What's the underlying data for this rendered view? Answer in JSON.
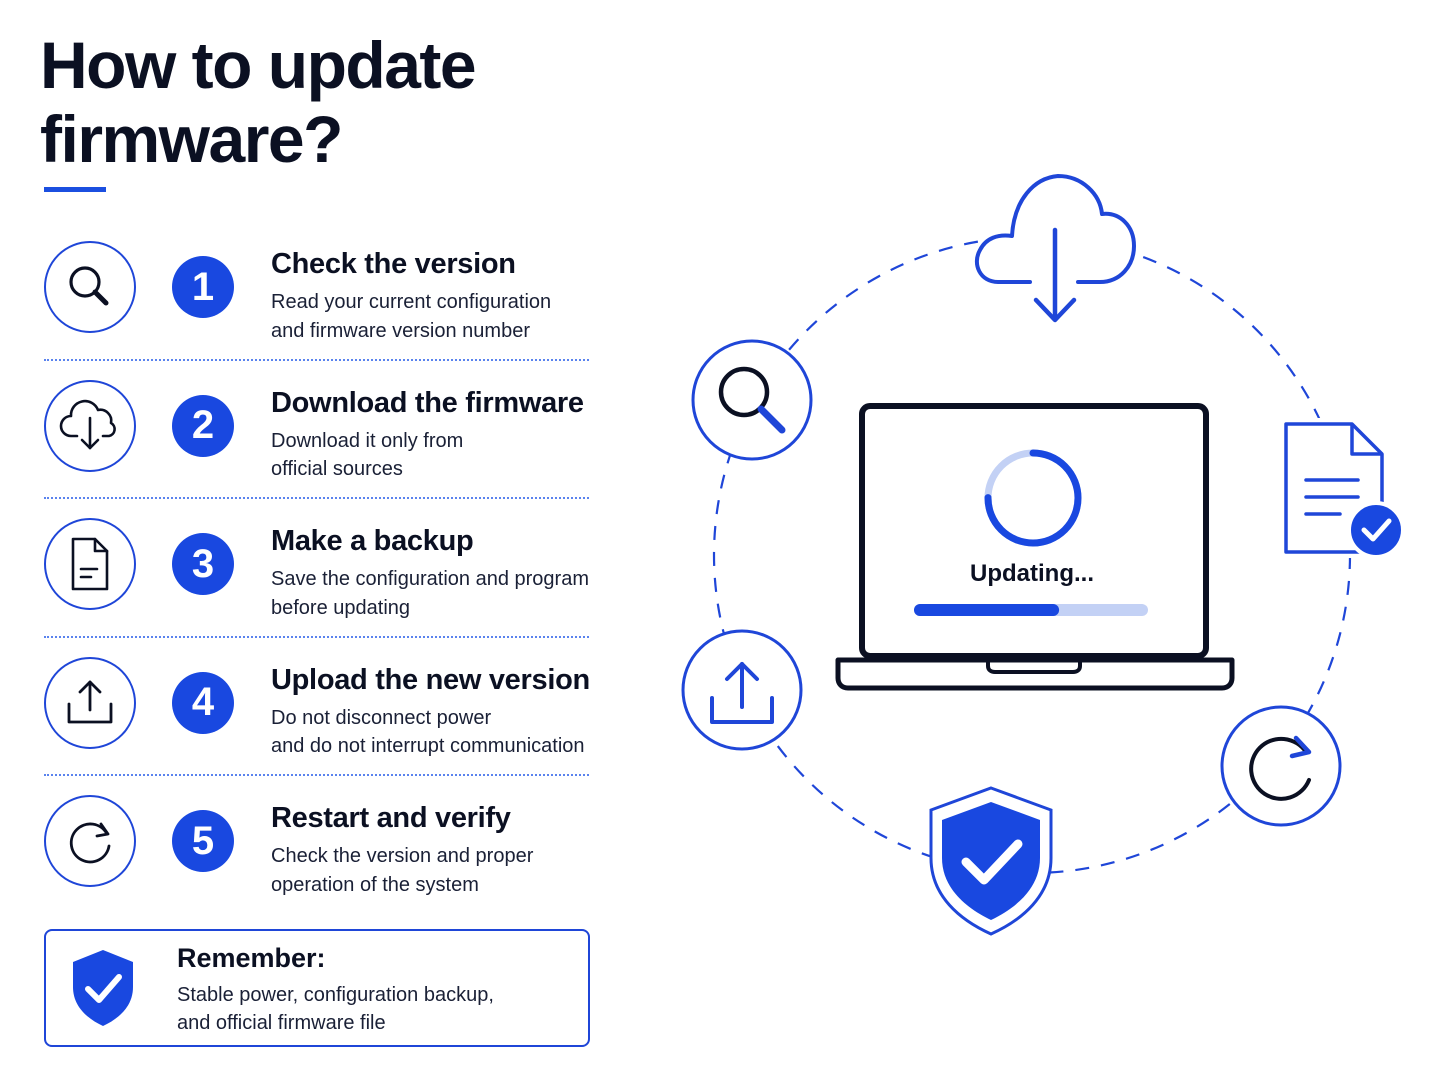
{
  "title": {
    "line1": "How to update",
    "line2": "firmware?"
  },
  "steps": [
    {
      "number": "1",
      "title": "Check the version",
      "desc_line1": "Read your current configuration",
      "desc_line2": "and firmware version number",
      "icon": "search-icon"
    },
    {
      "number": "2",
      "title": "Download the firmware",
      "desc_line1": "Download it only from",
      "desc_line2": "official sources",
      "icon": "cloud-download-icon"
    },
    {
      "number": "3",
      "title": "Make a backup",
      "desc_line1": "Save the configuration and program",
      "desc_line2": "before updating",
      "icon": "document-icon"
    },
    {
      "number": "4",
      "title": "Upload the new version",
      "desc_line1": "Do not disconnect power",
      "desc_line2": "and do not interrupt communication",
      "icon": "upload-icon"
    },
    {
      "number": "5",
      "title": "Restart and verify",
      "desc_line1": "Check the version and proper",
      "desc_line2": "operation of the system",
      "icon": "restart-icon"
    }
  ],
  "remember": {
    "title": "Remember:",
    "desc_line1": "Stable power, configuration backup,",
    "desc_line2": "and official firmware file",
    "icon": "shield-check-icon"
  },
  "illustration": {
    "status_text": "Updating...",
    "progress_fraction": 0.62,
    "spinner_fraction": 0.75,
    "icons": [
      "cloud-download-icon",
      "search-icon",
      "document-check-icon",
      "upload-icon",
      "restart-icon",
      "shield-check-icon",
      "laptop-icon"
    ]
  },
  "colors": {
    "accent": "#1948e0",
    "outline": "#1f46d8",
    "dark": "#0b1022",
    "light_accent": "#c3d1f5"
  }
}
